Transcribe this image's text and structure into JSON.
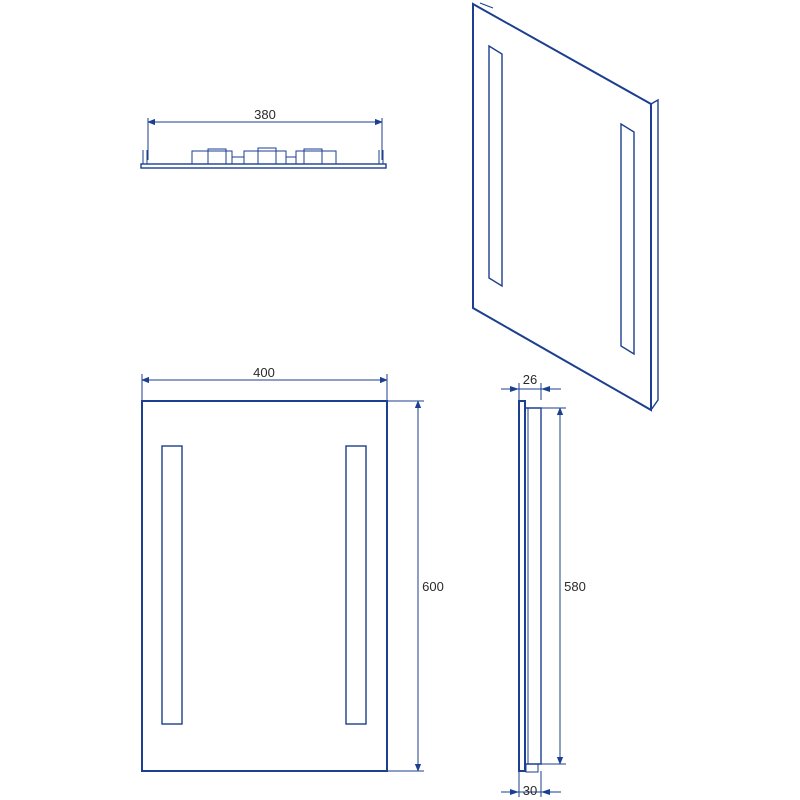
{
  "drawing": {
    "top_view": {
      "width_label": "380"
    },
    "front_view": {
      "width_label": "400",
      "height_label": "600"
    },
    "side_view": {
      "top_depth_label": "26",
      "bottom_depth_label": "30",
      "height_label": "580"
    }
  },
  "colors": {
    "line": "#1c3f8f",
    "background": "#ffffff",
    "text": "#2a2a2a"
  }
}
